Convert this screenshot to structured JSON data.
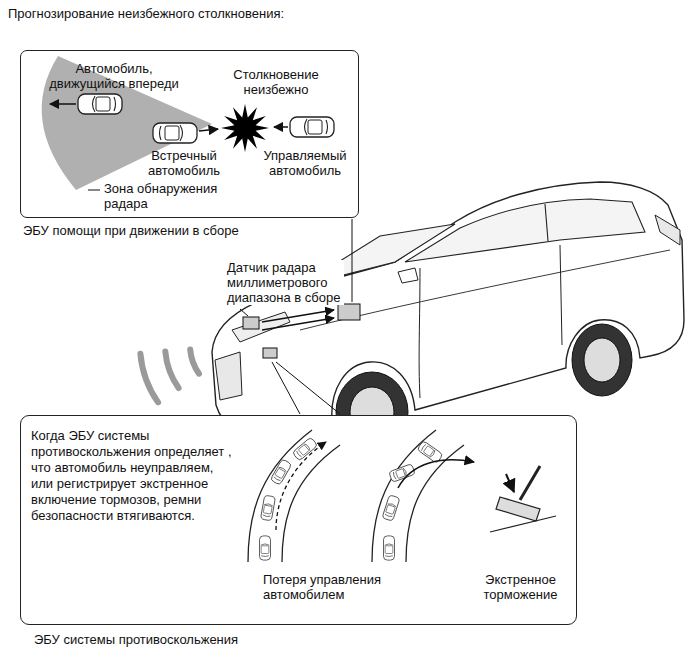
{
  "diagram": {
    "title": "Прогнозирование неизбежного столкновения:",
    "nodes": [
      {
        "text": [
          "Автомобиль, движущийся впереди",
          "Столкновение неизбежно",
          "Встречный автомобиль",
          "Управляемый автомобиль",
          "Зона обнаружения радара",
          "ЭБУ помощи при движении в сборе"
        ]
      },
      {
        "text": [
          "Когда ЭБУ системы противоскольжения определяет , что автомобиль неуправляем, или регистрирует экстренное включение тормозов, ремни безопасности втягиваются.",
          "Потеря управления автомобилем",
          "Экстренное торможение",
          "ЭБУ системы противоскольжения"
        ]
      }
    ],
    "labels": [
      "Датчик радара миллиметрового диапазона в сборе"
    ]
  }
}
